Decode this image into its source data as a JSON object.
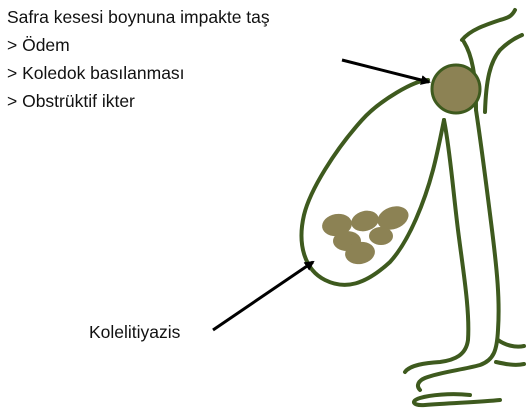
{
  "annotation_lines": [
    "Safra kesesi boynuna impakte taş",
    "> Ödem",
    "> Koledok basılanması",
    "> Obstrüktif ikter"
  ],
  "label_stones": "Kolelitiyazis",
  "colors": {
    "outline": "#3e5a1e",
    "stone_fill": "#8c8254",
    "arrow": "#000000",
    "text": "#111111",
    "background": "#ffffff"
  }
}
